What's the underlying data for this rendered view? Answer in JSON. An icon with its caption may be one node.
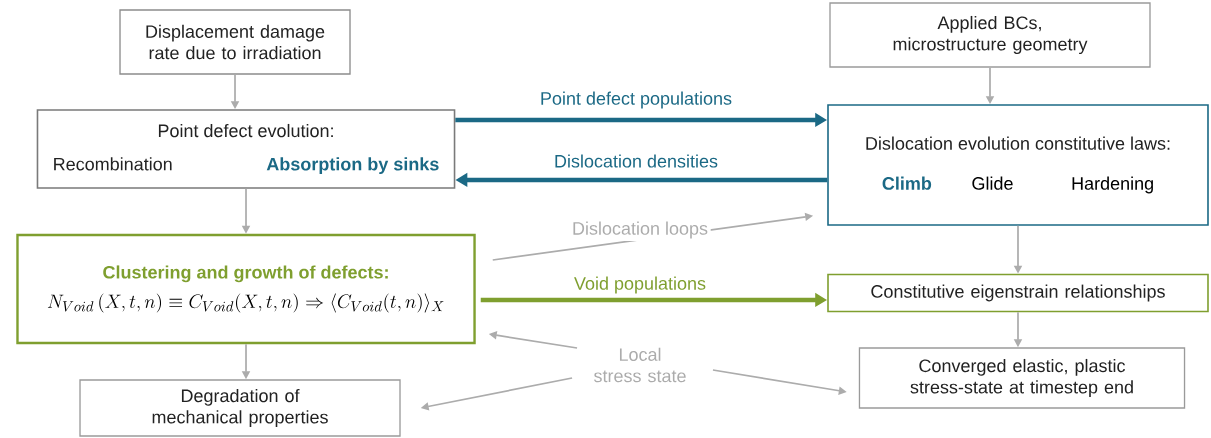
{
  "diagram": {
    "nodes": [
      {
        "text": [
          "Displacement damage rate due to irradiation"
        ]
      },
      {
        "text": [
          "Point defect evolution:",
          "Recombination",
          "Absorption by sinks"
        ]
      },
      {
        "text": [
          "Clustering and growth of defects:",
          "N_{Void}\\,(X,t,n) \\equiv C_{Void}(X,t,n) \\Rightarrow \\langle C_{Void}(t,n)\\rangle_X"
        ]
      },
      {
        "text": [
          "Degradation of mechanical properties"
        ]
      },
      {
        "text": [
          "Applied BCs, microstructure geometry"
        ]
      },
      {
        "text": [
          "Dislocation evolution constitutive laws:",
          "Climb",
          "Glide",
          "Hardening"
        ]
      },
      {
        "text": [
          "Constitutive eigenstrain relationships"
        ]
      },
      {
        "text": [
          "Converged elastic, plastic stress-state at timestep end"
        ]
      },
      {
        "text": [
          "Local stress state"
        ]
      }
    ],
    "edges": [
      {
        "from": 0,
        "to": 1,
        "arrow": "to"
      },
      {
        "from": 1,
        "to": 5,
        "arrow": "to",
        "label": "Point defect populations",
        "style": "thick",
        "color": "#1b6985"
      },
      {
        "from": 5,
        "to": 1,
        "arrow": "to",
        "label": "Dislocation densities",
        "style": "thick",
        "color": "#1b6985"
      },
      {
        "from": 1,
        "to": 2,
        "arrow": "to"
      },
      {
        "from": 4,
        "to": 5,
        "arrow": "to"
      },
      {
        "from": 2,
        "to": 5,
        "arrow": "to",
        "label": "Dislocation loops"
      },
      {
        "from": 2,
        "to": 6,
        "arrow": "to",
        "label": "Void populations",
        "style": "thick",
        "color": "#7f9f2f"
      },
      {
        "from": 2,
        "to": 3,
        "arrow": "to"
      },
      {
        "from": 5,
        "to": 6,
        "arrow": "to"
      },
      {
        "from": 6,
        "to": 7,
        "arrow": "to"
      },
      {
        "from": 8,
        "to": 2,
        "arrow": "to"
      },
      {
        "from": 8,
        "to": 3,
        "arrow": "to"
      },
      {
        "from": 8,
        "to": 7,
        "arrow": "to"
      }
    ]
  }
}
